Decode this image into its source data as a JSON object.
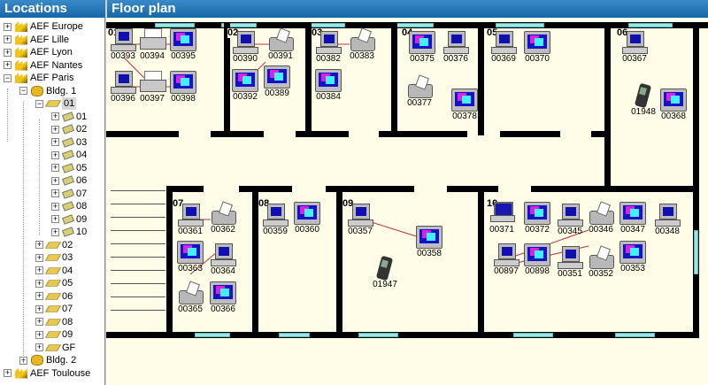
{
  "tree": {
    "title": "Locations",
    "items": [
      "AEF Europe",
      "AEF Lille",
      "AEF Lyon",
      "AEF Nantes",
      "AEF Paris",
      "Bldg. 1",
      "01",
      "01",
      "02",
      "03",
      "04",
      "05",
      "06",
      "07",
      "08",
      "09",
      "10",
      "02",
      "03",
      "04",
      "05",
      "06",
      "07",
      "08",
      "09",
      "GF",
      "Bldg. 2",
      "AEF Toulouse"
    ]
  },
  "plan": {
    "title": "Floor plan",
    "rooms": [
      "01",
      "02",
      "03",
      "04",
      "05",
      "06",
      "07",
      "08",
      "09",
      "10"
    ],
    "devices": [
      {
        "id": "00393",
        "type": "pc"
      },
      {
        "id": "00394",
        "type": "printer"
      },
      {
        "id": "00395",
        "type": "monitor"
      },
      {
        "id": "00396",
        "type": "pc"
      },
      {
        "id": "00397",
        "type": "printer"
      },
      {
        "id": "00398",
        "type": "monitor"
      },
      {
        "id": "00390",
        "type": "pc"
      },
      {
        "id": "00391",
        "type": "fax"
      },
      {
        "id": "00392",
        "type": "monitor"
      },
      {
        "id": "00389",
        "type": "monitor"
      },
      {
        "id": "00382",
        "type": "pc"
      },
      {
        "id": "00383",
        "type": "fax"
      },
      {
        "id": "00384",
        "type": "monitor"
      },
      {
        "id": "00375",
        "type": "monitor"
      },
      {
        "id": "00376",
        "type": "pc"
      },
      {
        "id": "00377",
        "type": "fax"
      },
      {
        "id": "00378",
        "type": "monitor"
      },
      {
        "id": "00369",
        "type": "pc"
      },
      {
        "id": "00370",
        "type": "monitor"
      },
      {
        "id": "00367",
        "type": "pc"
      },
      {
        "id": "01948",
        "type": "pda"
      },
      {
        "id": "00368",
        "type": "monitor"
      },
      {
        "id": "00361",
        "type": "pc"
      },
      {
        "id": "00362",
        "type": "fax"
      },
      {
        "id": "00363",
        "type": "monitor"
      },
      {
        "id": "00364",
        "type": "pc"
      },
      {
        "id": "00365",
        "type": "fax"
      },
      {
        "id": "00366",
        "type": "monitor"
      },
      {
        "id": "00359",
        "type": "pc"
      },
      {
        "id": "00360",
        "type": "monitor"
      },
      {
        "id": "00357",
        "type": "pc"
      },
      {
        "id": "00358",
        "type": "monitor"
      },
      {
        "id": "01947",
        "type": "pda"
      },
      {
        "id": "00371",
        "type": "laptop"
      },
      {
        "id": "00372",
        "type": "monitor"
      },
      {
        "id": "00345",
        "type": "pc"
      },
      {
        "id": "00346",
        "type": "fax"
      },
      {
        "id": "00347",
        "type": "monitor"
      },
      {
        "id": "00348",
        "type": "pc"
      },
      {
        "id": "00897",
        "type": "pc"
      },
      {
        "id": "00898",
        "type": "monitor"
      },
      {
        "id": "00351",
        "type": "pc"
      },
      {
        "id": "00352",
        "type": "fax"
      },
      {
        "id": "00353",
        "type": "monitor"
      }
    ]
  }
}
